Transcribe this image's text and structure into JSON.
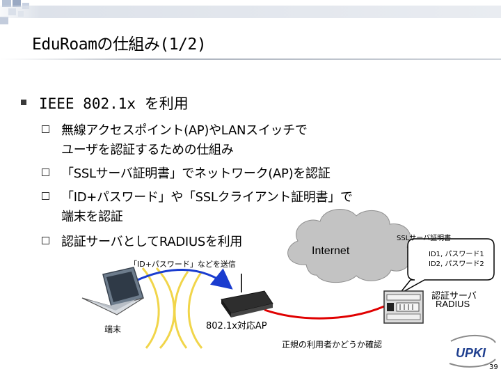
{
  "title": "EduRoamの仕組み(1/2)",
  "main_bullet": "IEEE 802.1x を利用",
  "sub_bullets": [
    {
      "lines": [
        "無線アクセスポイント(AP)やLANスイッチで",
        "ユーザを認証するための仕組み"
      ]
    },
    {
      "lines": [
        "「SSLサーバ証明書」でネットワーク(AP)を認証"
      ]
    },
    {
      "lines": [
        "「ID+パスワード」や「SSLクライアント証明書」で",
        "端末を認証"
      ]
    },
    {
      "lines": [
        "認証サーバとしてRADIUSを利用"
      ]
    }
  ],
  "diagram": {
    "cloud_label": "Internet",
    "ssl_cert_label": "SSLサーバ証明書",
    "id_list": [
      "ID1, パスワード1",
      "ID2, パスワード2"
    ],
    "send_label": "「ID+パスワード」などを送信",
    "terminal_label": "端末",
    "ap_label": "802.1x対応AP",
    "server_label_line1": "認証サーバ",
    "server_label_line2": "RADIUS",
    "verify_label": "正規の利用者かどうか確認"
  },
  "logo_text": "UPKI",
  "page_number": "39",
  "colors": {
    "arrow": "#1a3ccf",
    "wave": "#f0d040",
    "cloud": "#bfbfbf",
    "server": "#d8d8d8",
    "logo_blue": "#1f3f8f",
    "logo_gray": "#8a8a8a"
  }
}
